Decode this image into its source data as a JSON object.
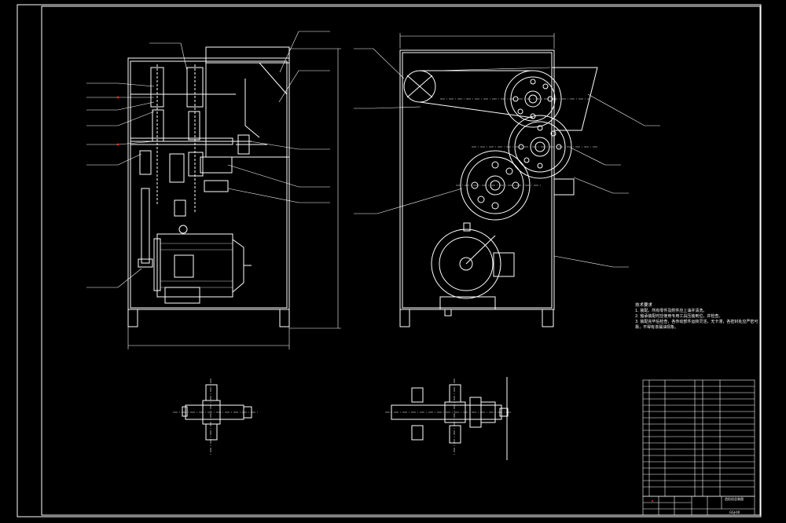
{
  "drawing": {
    "background": "#000000",
    "line_color": "#ffffff",
    "accent_color": "#ff2a2a",
    "tech_requirements": {
      "title": "技术要求",
      "items": [
        "1. 装配。所有零件及附件应上油并清洗。",
        "2. 轴承装配时应使用专用工具压装到位，并检查。",
        "3. 装配完毕后检查，各传动部件运转灵活，无卡滞，各密封处应严密可靠，不得有渗漏油现象。"
      ]
    },
    "title_block": {
      "drawing_title": "造粒机总装图",
      "drawing_no": "GSJ-00"
    }
  }
}
